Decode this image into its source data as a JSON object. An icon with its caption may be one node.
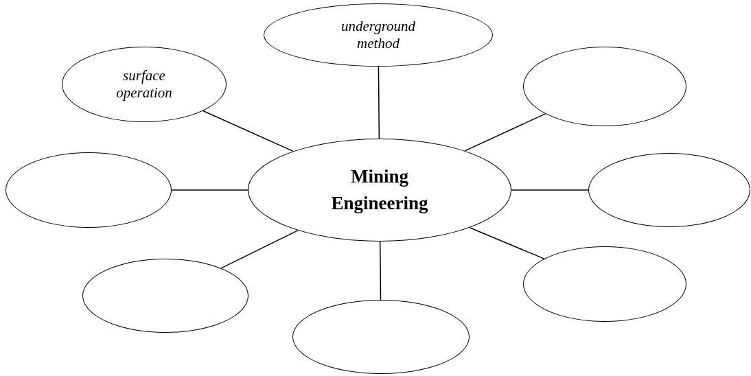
{
  "diagram": {
    "nodes": [
      {
        "text": [
          "underground method"
        ]
      },
      {
        "text": [
          "surface operation"
        ]
      },
      {
        "text": [],
        "shape": "ellipse"
      },
      {
        "text": [],
        "shape": "ellipse"
      },
      {
        "text": [
          "Mining Engineering"
        ]
      },
      {
        "text": [],
        "shape": "ellipse"
      },
      {
        "text": [],
        "shape": "ellipse"
      },
      {
        "text": [],
        "shape": "ellipse"
      },
      {
        "text": [],
        "shape": "ellipse"
      }
    ],
    "edges": [
      {
        "from": 4,
        "to": 0,
        "arrow": "none"
      },
      {
        "from": 4,
        "to": 1,
        "arrow": "none"
      },
      {
        "from": 4,
        "to": 2,
        "arrow": "none"
      },
      {
        "from": 4,
        "to": 3,
        "arrow": "none"
      },
      {
        "from": 4,
        "to": 5,
        "arrow": "none"
      },
      {
        "from": 4,
        "to": 6,
        "arrow": "none"
      },
      {
        "from": 4,
        "to": 7,
        "arrow": "none"
      },
      {
        "from": 4,
        "to": 8,
        "arrow": "none"
      }
    ]
  }
}
